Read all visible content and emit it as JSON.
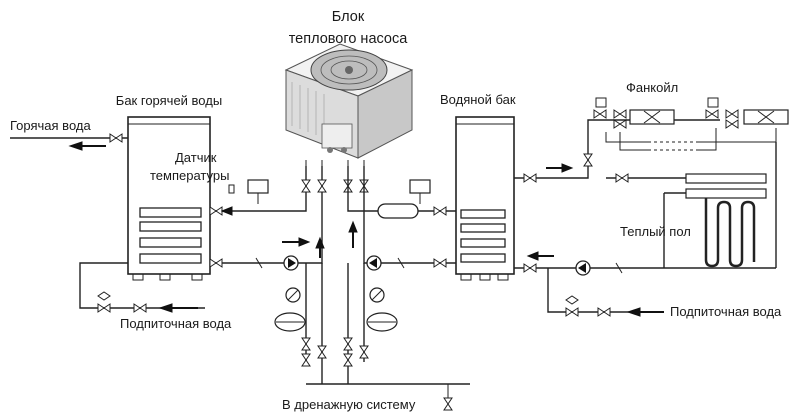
{
  "labels": {
    "heat_pump_line1": "Блок",
    "heat_pump_line2": "теплового насоса",
    "hot_water_tank": "Бак горячей воды",
    "hot_water": "Горячая вода",
    "temp_sensor_line1": "Датчик",
    "temp_sensor_line2": "температуры",
    "water_tank": "Водяной бак",
    "fancoil": "Фанкойл",
    "floor_heating": "Теплый пол",
    "makeup_water_left": "Подпиточная вода",
    "makeup_water_right": "Подпиточная вода",
    "drain": "В дренажную систему"
  },
  "colors": {
    "line": "#222222",
    "background": "#ffffff",
    "unit_body": "#e6e6e6"
  }
}
